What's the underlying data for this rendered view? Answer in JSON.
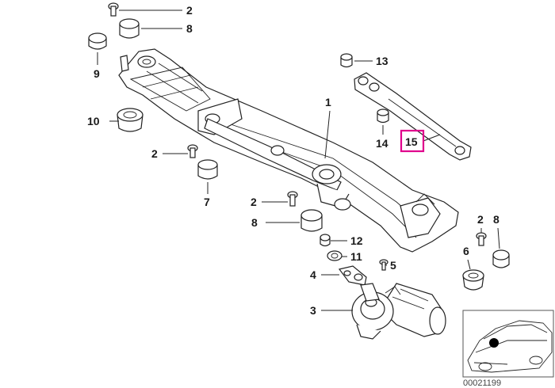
{
  "diagram": {
    "reference_id": "00021199",
    "highlight_color": "#e0008c",
    "highlighted_callout": "15",
    "callouts": [
      "1",
      "2",
      "2",
      "2",
      "2",
      "3",
      "4",
      "5",
      "6",
      "7",
      "8",
      "8",
      "8",
      "9",
      "10",
      "11",
      "12",
      "13",
      "14",
      "15"
    ]
  },
  "inset": {
    "marker_icon": "position-marker-dot",
    "vehicle_icon": "car-outline-icon"
  }
}
